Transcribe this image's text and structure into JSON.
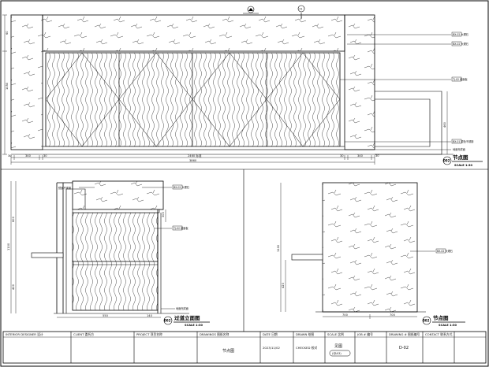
{
  "elev1": {
    "labels": [
      "BX-02 大理石",
      "BX-02 大理石",
      "TJ-02 墙面板",
      "BX-01 银色不锈钢",
      "地面完成面"
    ],
    "dims_bottom": [
      "30",
      "340",
      "30",
      "2460 标准",
      "30",
      "340",
      "30"
    ],
    "dim_total": "3860",
    "dims_left": [
      "60",
      "1050"
    ],
    "dim_right": "460",
    "title": "节点图",
    "scale": "SCALE 1:30",
    "number": "002",
    "marker_top": "01",
    "marker_right": "01"
  },
  "elev2": {
    "labels": [
      "镜面不锈钢",
      "BX-02 大理石",
      "TJ-02 墙面板",
      "地面完成面"
    ],
    "dims_left": [
      "1100",
      "600",
      "420"
    ],
    "dim_right": "300",
    "dims_bottom": [
      "550",
      "140"
    ],
    "title": "过道立面图",
    "scale": "SCALE 1:30",
    "number": "002"
  },
  "elev3": {
    "labels": [
      "BX-02 大理石"
    ],
    "dims_left": [
      "1100",
      "420"
    ],
    "dims_bottom": [
      "700",
      "700"
    ],
    "title": "节点图",
    "scale": "SCALE 1:30",
    "number": "002"
  },
  "titleblock": {
    "designer_label": "INTERIOR DESIGNER  设计",
    "client_label": "CLIENT  委托方",
    "project_label": "PROJECT  项目名称",
    "drawings_label": "DRAWINGS  图纸名称",
    "drawing_name": "节点图",
    "date_label": "DATE  日期",
    "date_value": "2023/11/02",
    "drawn_label": "DRAWN  绘图",
    "checked_label": "CHECKED 校对",
    "scale_label": "SCALE  比例",
    "job_label": "JOB #  编号",
    "drawing_no_label": "DRAWING #  图纸编号",
    "contact_label": "CONTACT  联系方式",
    "sheet_name": "见图",
    "sheet_size": "(@A3)",
    "drawing_no": "D-02"
  }
}
